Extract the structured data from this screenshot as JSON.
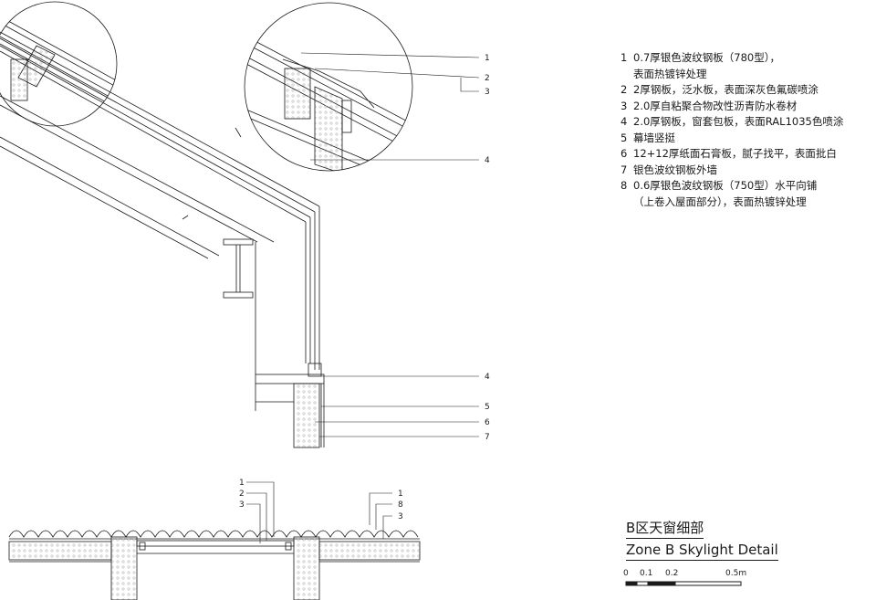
{
  "legend": [
    {
      "num": "1",
      "text": "0.7厚银色波纹钢板（780型），\n表面热镀锌处理"
    },
    {
      "num": "2",
      "text": "2厚钢板，泛水板，表面深灰色氟碳喷涂"
    },
    {
      "num": "3",
      "text": "2.0厚自粘聚合物改性沥青防水卷材"
    },
    {
      "num": "4",
      "text": "2.0厚钢板，窗套包板，表面RAL1035色喷涂"
    },
    {
      "num": "5",
      "text": "幕墙竖挺"
    },
    {
      "num": "6",
      "text": "12+12厚纸面石膏板，腻子找平，表面批白"
    },
    {
      "num": "7",
      "text": "银色波纹钢板外墙"
    },
    {
      "num": "8",
      "text": "0.6厚银色波纹钢板（750型）水平向铺\n（上卷入屋面部分），表面热镀锌处理"
    }
  ],
  "title": {
    "cn": "B区天窗细部",
    "en": "Zone B Skylight Detail"
  },
  "scale": {
    "labels": [
      "0",
      "0.1",
      "0.2",
      "0.5m"
    ]
  },
  "callouts": {
    "detail_top": [
      "1",
      "2",
      "3",
      "4"
    ],
    "section_side": [
      "4",
      "5",
      "6",
      "7"
    ],
    "bottom_left": [
      "1",
      "2",
      "3"
    ],
    "bottom_right": [
      "1",
      "8",
      "3"
    ]
  },
  "colors": {
    "line": "#1a1a1a",
    "hatch": "#9a9a9a"
  }
}
